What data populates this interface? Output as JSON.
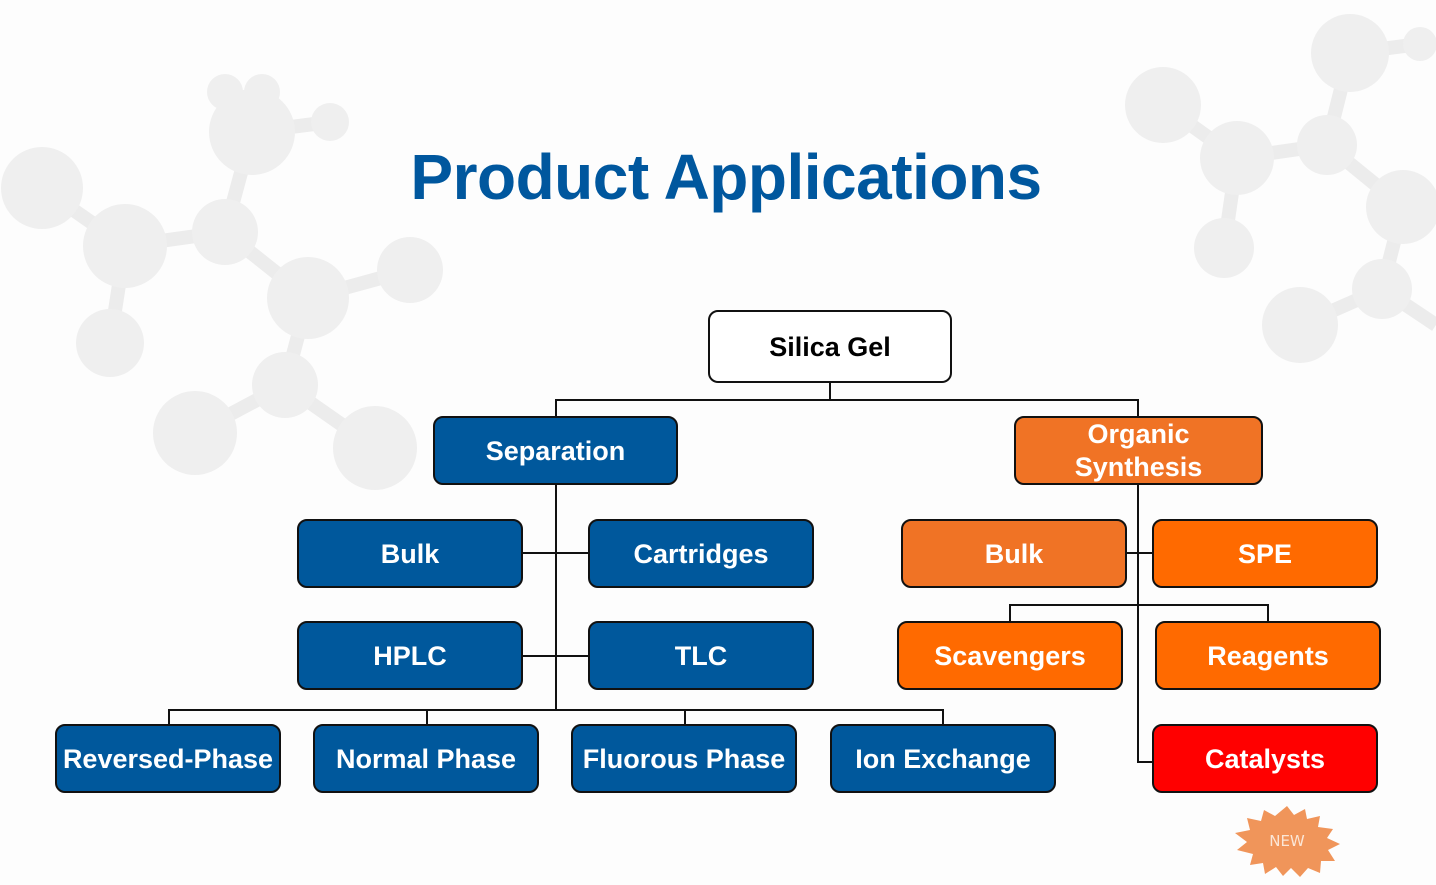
{
  "title": "Product Applications",
  "colors": {
    "title": "#00579e",
    "separation": "#00589c",
    "organic_synthesis": "#f07325",
    "organic_children": "#ff6a00",
    "catalysts": "#ff0000",
    "new_badge": "#f0955a"
  },
  "tree": {
    "root": "Silica Gel",
    "separation": {
      "label": "Separation",
      "children": {
        "bulk": "Bulk",
        "cartridges": "Cartridges",
        "hplc": "HPLC",
        "tlc": "TLC"
      },
      "phases": [
        "Reversed-Phase",
        "Normal Phase",
        "Fluorous Phase",
        "Ion Exchange"
      ]
    },
    "organic_synthesis": {
      "label": "Organic Synthesis",
      "label_lines": [
        "Organic",
        "Synthesis"
      ],
      "children": {
        "bulk": "Bulk",
        "spe": "SPE",
        "scavengers": "Scavengers",
        "reagents": "Reagents",
        "catalysts": "Catalysts"
      }
    }
  },
  "badge": {
    "label": "NEW",
    "icon": "starburst-icon"
  }
}
